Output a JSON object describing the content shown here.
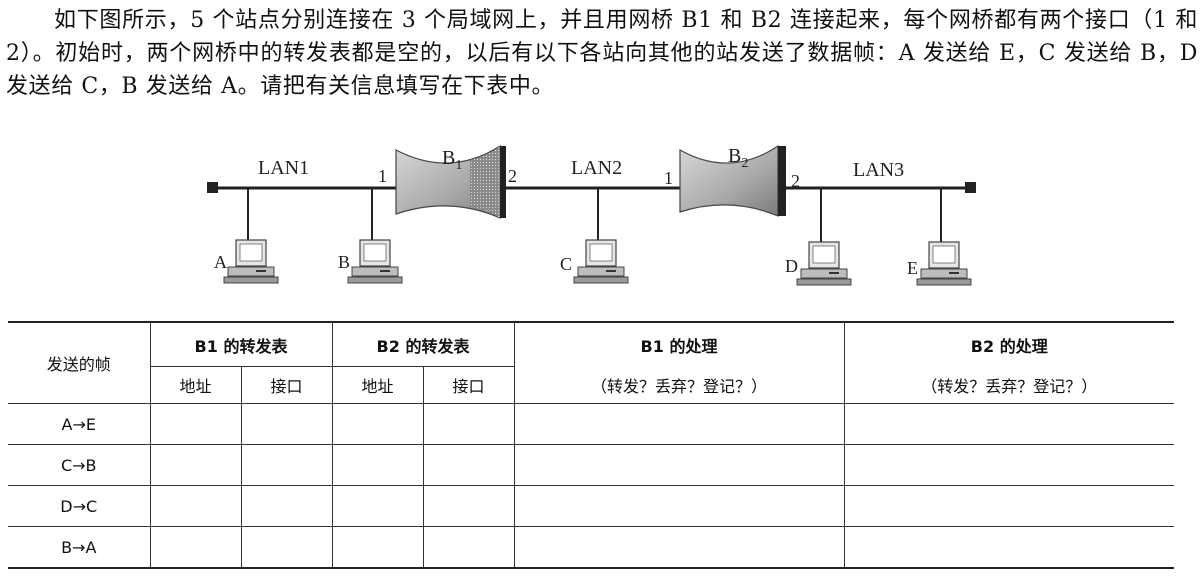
{
  "question": {
    "text": "如下图所示，5 个站点分别连接在 3 个局域网上，并且用网桥 B1 和 B2 连接起来，每个网桥都有两个接口（1 和 2）。初始时，两个网桥中的转发表都是空的，以后有以下各站向其他的站发送了数据帧：A 发送给 E，C 发送给 B，D 发送给 C，B 发送给 A。请把有关信息填写在下表中。"
  },
  "diagram": {
    "lans": [
      "LAN1",
      "LAN2",
      "LAN3"
    ],
    "bridges": [
      {
        "name": "B",
        "sub": "1",
        "port_left": "1",
        "port_right": "2"
      },
      {
        "name": "B",
        "sub": "2",
        "port_left": "1",
        "port_right": "2"
      }
    ],
    "stations": [
      "A",
      "B",
      "C",
      "D",
      "E"
    ]
  },
  "table": {
    "col_frame": "发送的帧",
    "col_b1_table": "B1 的转发表",
    "col_b2_table": "B2 的转发表",
    "col_b1_proc": "B1 的处理",
    "col_b2_proc": "B2 的处理",
    "sub_addr": "地址",
    "sub_port": "接口",
    "proc_hint": "（转发？丢弃？登记？）",
    "rows": [
      "A→E",
      "C→B",
      "D→C",
      "B→A"
    ]
  }
}
